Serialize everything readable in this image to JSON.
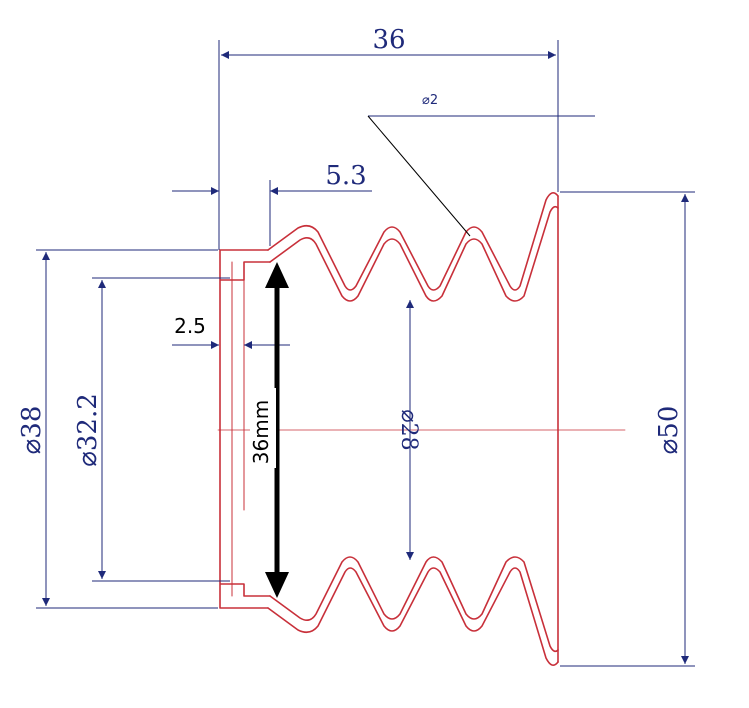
{
  "drawing": {
    "overall_length": "36",
    "fillet": "⌀2",
    "step_length": "5.3",
    "wall": "2.5",
    "outer_neck_dia": "⌀38",
    "inner_neck_dia": "⌀32.2",
    "inner_fold_dia": "⌀28",
    "flange_dia": "⌀50",
    "inner_length_note": "36mm"
  },
  "colors": {
    "outline": "#c8303a",
    "dimension": "#1f2a7a",
    "annotation": "#000000"
  }
}
